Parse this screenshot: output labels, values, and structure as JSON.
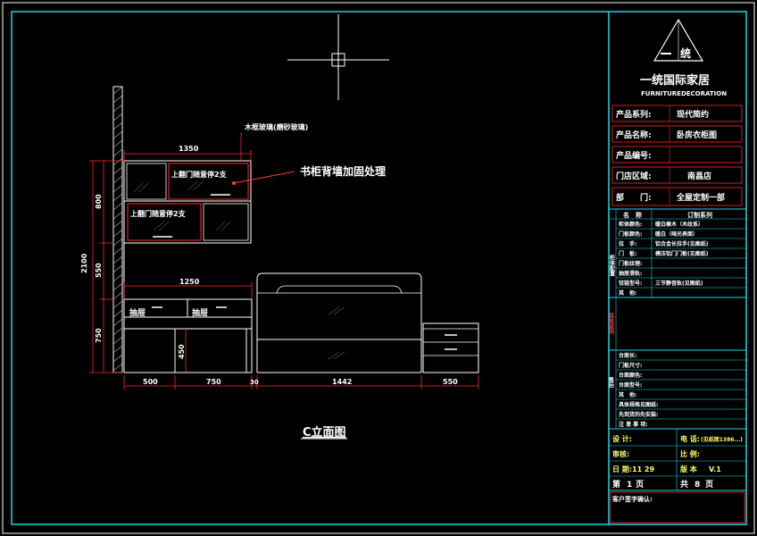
{
  "drawing": {
    "view_title": "C立面图",
    "callout_note": "书柜背墙加固处理",
    "leader_note": "木框玻璃(磨砂玻璃)",
    "upper_door_label_1": "上翻门随意停2支",
    "upper_door_label_2": "上翻门随意停2支",
    "drawer_label_1": "抽屉",
    "drawer_label_2": "抽屉",
    "dims": {
      "top_width": "1350",
      "desk_width": "1250",
      "total_height": "2100",
      "upper_height": "800",
      "mid_height": "550",
      "desk_height": "750",
      "knee_height": "450",
      "seg_1": "500",
      "seg_2": "750",
      "seg_3": "30",
      "seg_4": "1442",
      "seg_5": "550"
    }
  },
  "title_block": {
    "logo_char": "统",
    "company_cn": "一统国际家居",
    "company_en": "FURNITUREDECORATION",
    "fields": [
      {
        "label": "产品系列:",
        "value": "现代简约"
      },
      {
        "label": "产品名称:",
        "value": "卧房衣柜图"
      },
      {
        "label": "产品编号:",
        "value": ""
      },
      {
        "label": "门店区域:",
        "value": "南昌店"
      },
      {
        "label": "部　　门:",
        "value": "全屋定制一部"
      }
    ],
    "spec_header": {
      "name": "名　称",
      "value": "订制系列"
    },
    "spec_rows": [
      {
        "label": "柜体颜色:",
        "value": "暖白橡木（木纹系）"
      },
      {
        "label": "门板颜色:",
        "value": "暖白（哑光表面）"
      },
      {
        "label": "拉　手:",
        "value": "铝合金长拉手(见图纸)"
      },
      {
        "label": "门　板:",
        "value": "模压铝门门板(见图纸)"
      },
      {
        "label": "门板纹理:",
        "value": ""
      },
      {
        "label": "抽屉滑轨:",
        "value": ""
      },
      {
        "label": "铰链型号:",
        "value": "三节静音轨(见图纸)"
      },
      {
        "label": "其　他:",
        "value": ""
      }
    ],
    "side_label_1": "柜体配置",
    "side_label_2": "其他说明",
    "side_label_3": "售后",
    "aftersale_rows": [
      {
        "label": "台面长:"
      },
      {
        "label": "门板尺寸:"
      },
      {
        "label": "台面颜色:"
      },
      {
        "label": "台面型号:"
      },
      {
        "label": "其　他:"
      },
      {
        "label": "具体规格见图纸:"
      },
      {
        "label": "先到货的先安装:"
      },
      {
        "label": "注 意 事 项:"
      }
    ],
    "designer_label": "设 计:",
    "phone_label": "电 话:",
    "phone_value": "(见纸面1386...)",
    "checker_label": "审核:",
    "ratio_label": "比 例:",
    "date_label": "日 期:",
    "date_value": "11 29",
    "version_label": "版 本",
    "version_value": "V.1",
    "page_label": "第",
    "page_value": "1",
    "page_unit": "页",
    "total_label": "共",
    "total_value": "8",
    "total_unit": "页",
    "client_sign": "客户签字确认:"
  }
}
